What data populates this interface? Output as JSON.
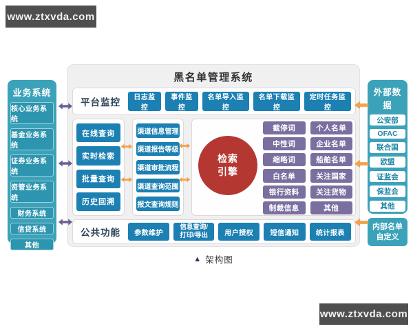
{
  "watermarks": {
    "top_left": "www.ztxvda.com",
    "bottom_right": "www.ztxvda.com"
  },
  "left_sidebar": {
    "title": "业务系统",
    "items": [
      "核心业务系统",
      "基金业务系统",
      "证券业务系统",
      "资管业务系统",
      "财务系统",
      "信贷系统",
      "其他"
    ]
  },
  "right_sidebar": {
    "title": "外部数据",
    "items": [
      "公安部",
      "OFAC",
      "联合国",
      "欧盟",
      "证监会",
      "保监会",
      "其他"
    ],
    "custom_box": "内部名单\n自定义"
  },
  "main": {
    "title": "黑名单管理系统",
    "platform_row": {
      "label": "平台监控",
      "items": [
        "日志监控",
        "事件监控",
        "名单导入监控",
        "名单下载监控",
        "定时任务监控"
      ]
    },
    "query_column": [
      "在线查询",
      "实时检索",
      "批量查询",
      "历史回溯"
    ],
    "channel_column": [
      "渠道信息管理",
      "渠道报告等级",
      "渠道审批流程",
      "渠道查询范围",
      "报文查询规则"
    ],
    "engine_label": "检索\n引擎",
    "list_items": [
      "截停词",
      "个人名单",
      "中性词",
      "企业名单",
      "缩略词",
      "船舶名单",
      "白名单",
      "关注国家",
      "银行资料",
      "关注货物",
      "制裁信息",
      "其他"
    ],
    "common_row": {
      "label": "公共功能",
      "items": [
        "参数维护",
        "信息查询/\n打印/导出",
        "用户授权",
        "短信通知",
        "统计报表"
      ]
    }
  },
  "caption": {
    "marker": "▲",
    "text": "架构图"
  },
  "colors": {
    "teal": "#3ba2b9",
    "teal_item": "#2d95af",
    "blue_button": "#1c80b3",
    "purple_button": "#7b6fa0",
    "engine_red": "#b53732",
    "orange_arrow": "#f0a24d",
    "purple_arrow": "#6b6094",
    "label_dark": "#2b4257",
    "panel_gray": "#f1f0f1"
  }
}
